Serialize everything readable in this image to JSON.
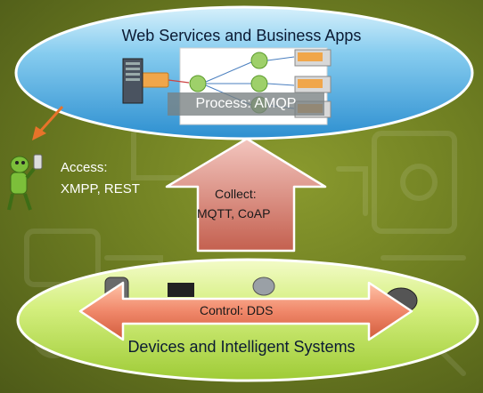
{
  "top_ellipse": {
    "title": "Web Services and Business Apps",
    "process_label": "Process: AMQP"
  },
  "middle": {
    "collect_line1": "Collect:",
    "collect_line2": "MQTT, CoAP"
  },
  "access": {
    "line1": "Access:",
    "line2": "XMPP, REST"
  },
  "bottom_ellipse": {
    "control_label": "Control: DDS",
    "title": "Devices and Intelligent Systems"
  },
  "colors": {
    "background": "#6f7f22",
    "top_ellipse": "#5ab6e6",
    "bottom_ellipse": "#c9e86a",
    "collect_arrow": "#d9837a",
    "control_arrow": "#f08a6b",
    "access_arrow": "#e8732a"
  },
  "icons": [
    "server-icon",
    "robot-icon",
    "phone-icon",
    "camera-icon",
    "vehicle-icon",
    "device-icon"
  ]
}
